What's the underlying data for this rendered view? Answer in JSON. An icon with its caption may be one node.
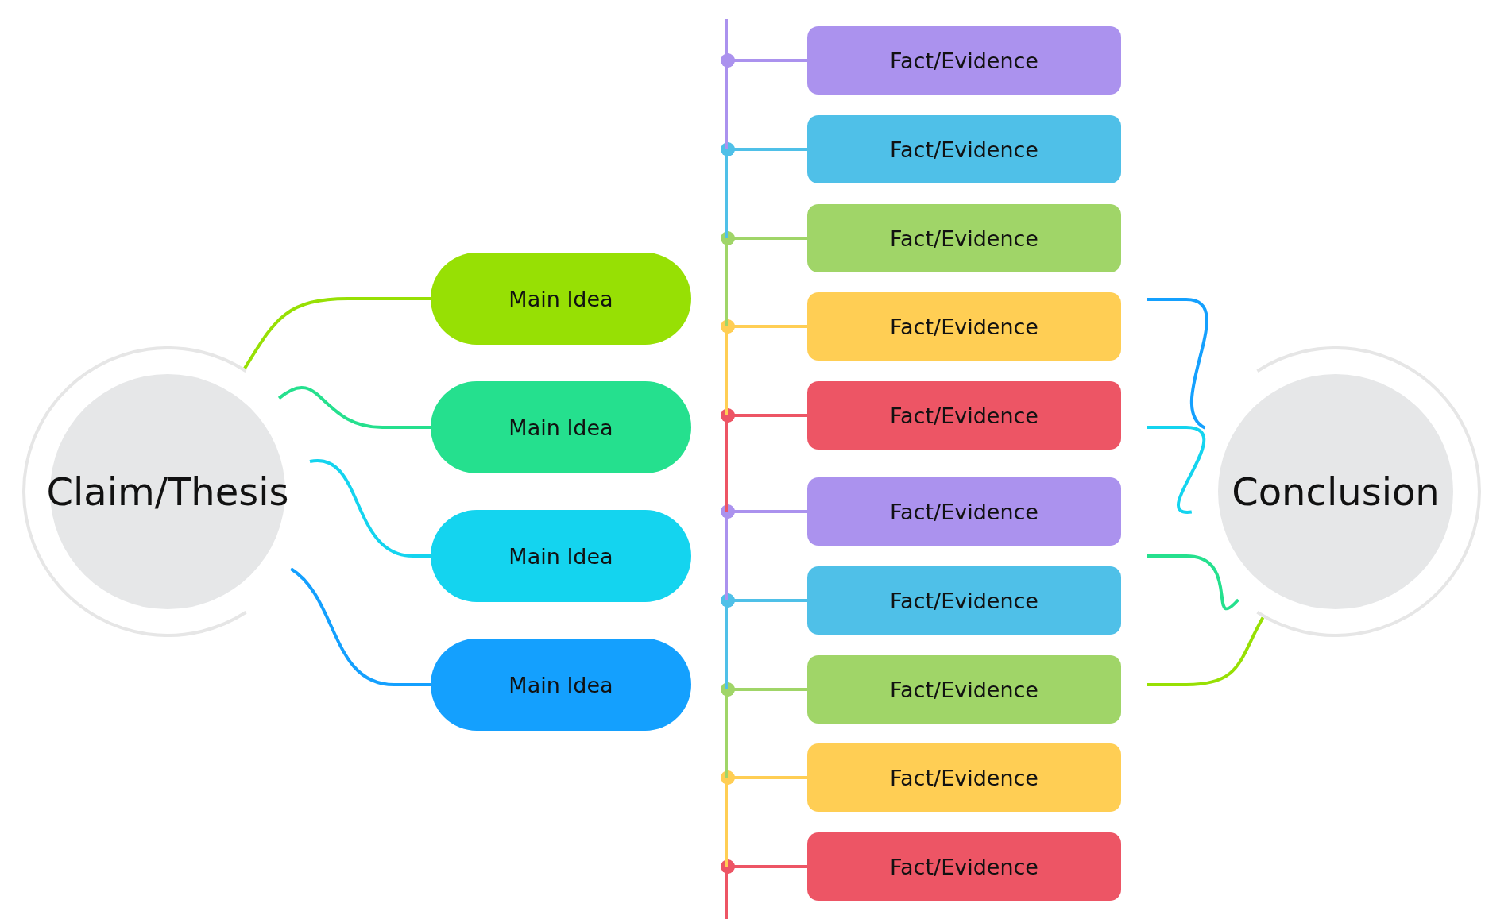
{
  "diagram": {
    "nodes": [
      {
        "text": [
          "Claim/Thesis"
        ]
      },
      {
        "text": [
          "Main Idea"
        ]
      },
      {
        "text": [
          "Main Idea"
        ]
      },
      {
        "text": [
          "Main Idea"
        ]
      },
      {
        "text": [
          "Main Idea"
        ]
      },
      {
        "text": [],
        "shape": "bar"
      },
      {
        "text": [
          "Fact/Evidence"
        ]
      },
      {
        "text": [
          "Fact/Evidence"
        ]
      },
      {
        "text": [
          "Fact/Evidence"
        ]
      },
      {
        "text": [
          "Fact/Evidence"
        ]
      },
      {
        "text": [
          "Fact/Evidence"
        ]
      },
      {
        "text": [
          "Fact/Evidence"
        ]
      },
      {
        "text": [
          "Fact/Evidence"
        ]
      },
      {
        "text": [
          "Fact/Evidence"
        ]
      },
      {
        "text": [
          "Fact/Evidence"
        ]
      },
      {
        "text": [
          "Fact/Evidence"
        ]
      },
      {
        "text": [
          "Conclusion"
        ]
      }
    ],
    "edges": [
      {
        "from": 0,
        "to": 1,
        "arrow": "none",
        "color": "#97e004"
      },
      {
        "from": 0,
        "to": 2,
        "arrow": "none",
        "color": "#25e08e"
      },
      {
        "from": 0,
        "to": 3,
        "arrow": "none",
        "color": "#14d4ef"
      },
      {
        "from": 0,
        "to": 4,
        "arrow": "none",
        "color": "#14a0fe"
      },
      {
        "from": 6,
        "to": 5,
        "arrow": "other",
        "color": "#ab92ee"
      },
      {
        "from": 7,
        "to": 5,
        "arrow": "other",
        "color": "#4fc0e8"
      },
      {
        "from": 8,
        "to": 5,
        "arrow": "other",
        "color": "#a0d568"
      },
      {
        "from": 9,
        "to": 5,
        "arrow": "other",
        "color": "#ffce54"
      },
      {
        "from": 10,
        "to": 5,
        "arrow": "other",
        "color": "#ed5565"
      },
      {
        "from": 11,
        "to": 5,
        "arrow": "other",
        "color": "#ab92ee"
      },
      {
        "from": 12,
        "to": 5,
        "arrow": "other",
        "color": "#4fc0e8"
      },
      {
        "from": 13,
        "to": 5,
        "arrow": "other",
        "color": "#a0d568"
      },
      {
        "from": 14,
        "to": 5,
        "arrow": "other",
        "color": "#ffce54"
      },
      {
        "from": 15,
        "to": 5,
        "arrow": "other",
        "color": "#ed5565"
      },
      {
        "from": null,
        "to": 16,
        "arrow": "none",
        "color": "#14a0fe"
      },
      {
        "from": null,
        "to": 16,
        "arrow": "none",
        "color": "#14d4ef"
      },
      {
        "from": null,
        "to": 16,
        "arrow": "none",
        "color": "#25e08e"
      },
      {
        "from": null,
        "to": 16,
        "arrow": "none",
        "color": "#97e004"
      }
    ]
  }
}
